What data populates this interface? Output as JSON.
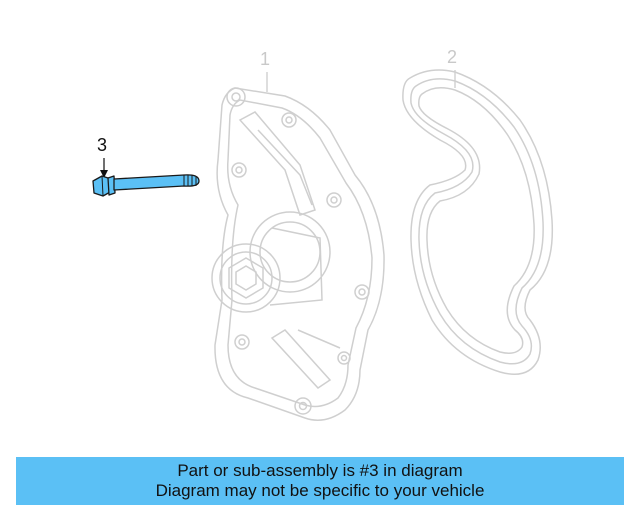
{
  "callouts": {
    "part_1": "1",
    "part_2": "2",
    "part_3": "3"
  },
  "caption": {
    "line1": "Part or sub-assembly is #3 in diagram",
    "line2": "Diagram may not be specific to your vehicle"
  },
  "colors": {
    "highlight": "#5bc0f5",
    "ghost_lines": "#c9c9c9",
    "part_outline": "#1a1a1a"
  }
}
